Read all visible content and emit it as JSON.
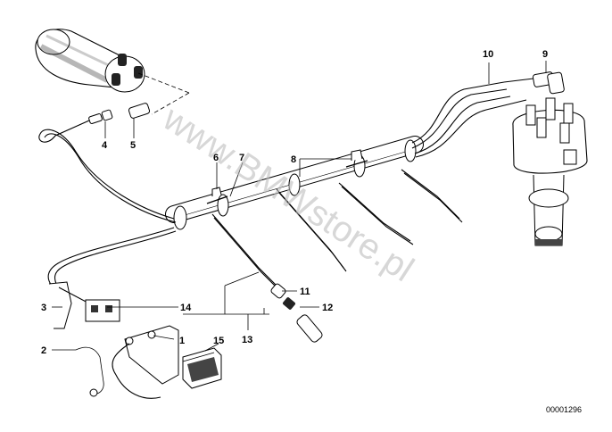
{
  "labels": {
    "p1": "1",
    "p2": "2",
    "p3": "3",
    "p4": "4",
    "p5": "5",
    "p6": "6",
    "p7": "7",
    "p8": "8",
    "p9": "9",
    "p10": "10",
    "p11": "11",
    "p12": "12",
    "p13": "13",
    "p14": "14",
    "p15": "15"
  },
  "diagram_code": "00001296",
  "watermark": "www.BMWstore.pl",
  "colors": {
    "line": "#000000",
    "watermark": "#bdbdbd",
    "shade": "#444444"
  }
}
